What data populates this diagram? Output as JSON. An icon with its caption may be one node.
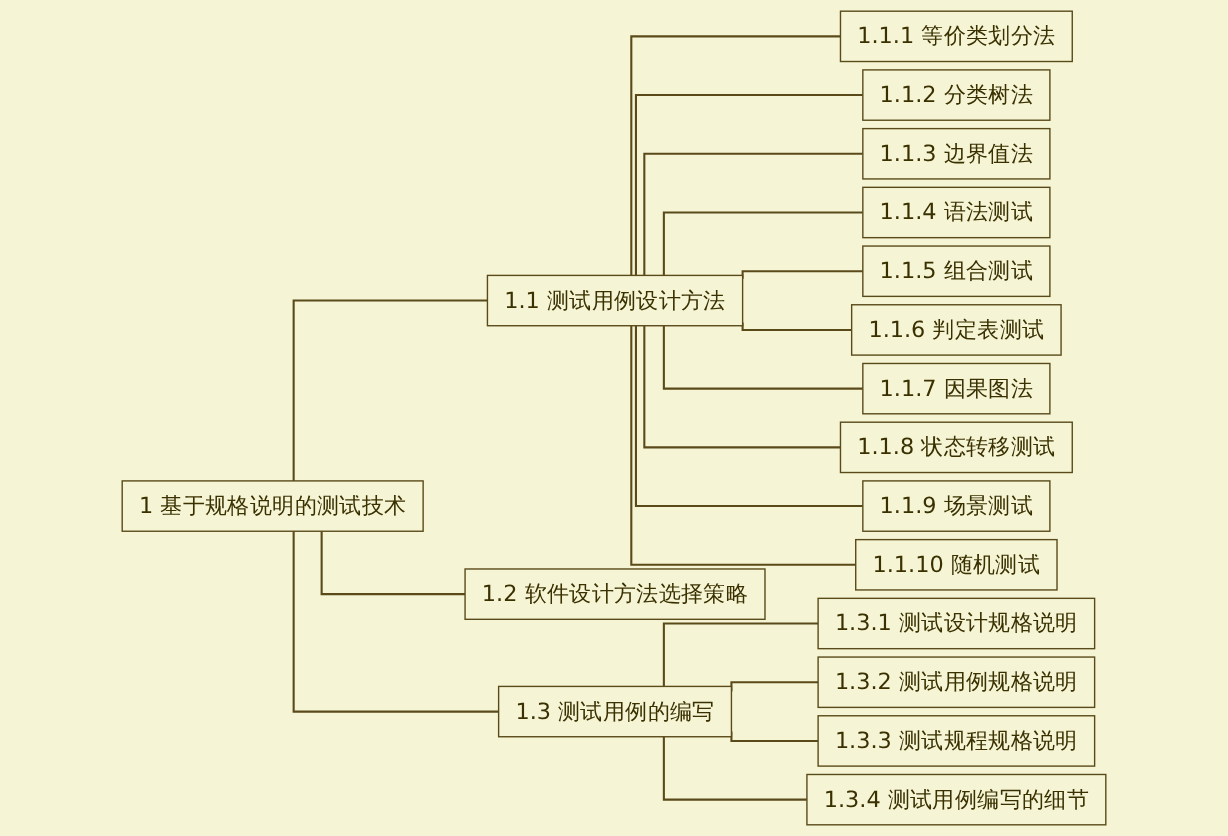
{
  "diagram": {
    "nodes": [
      {
        "text": [
          "1 基于规格说明的测试技术"
        ]
      },
      {
        "text": [
          "1.1 测试用例设计方法"
        ]
      },
      {
        "text": [
          "1.1.1 等价类划分法"
        ]
      },
      {
        "text": [
          "1.1.2 分类树法"
        ]
      },
      {
        "text": [
          "1.1.3 边界值法"
        ]
      },
      {
        "text": [
          "1.1.4 语法测试"
        ]
      },
      {
        "text": [
          "1.1.5 组合测试"
        ]
      },
      {
        "text": [
          "1.1.6 判定表测试"
        ]
      },
      {
        "text": [
          "1.1.7 因果图法"
        ]
      },
      {
        "text": [
          "1.1.8 状态转移测试"
        ]
      },
      {
        "text": [
          "1.1.9 场景测试"
        ]
      },
      {
        "text": [
          "1.1.10 随机测试"
        ]
      },
      {
        "text": [
          "1.2 软件设计方法选择策略"
        ]
      },
      {
        "text": [
          "1.3 测试用例的编写"
        ]
      },
      {
        "text": [
          "1.3.1 测试设计规格说明"
        ]
      },
      {
        "text": [
          "1.3.2 测试用例规格说明"
        ]
      },
      {
        "text": [
          "1.3.3 测试规程规格说明"
        ]
      },
      {
        "text": [
          "1.3.4 测试用例编写的细节"
        ]
      }
    ],
    "edges": [
      {
        "from": 0,
        "to": 1,
        "arrow": "none"
      },
      {
        "from": 1,
        "to": 2,
        "arrow": "none"
      },
      {
        "from": 1,
        "to": 3,
        "arrow": "none"
      },
      {
        "from": 1,
        "to": 4,
        "arrow": "none"
      },
      {
        "from": 1,
        "to": 5,
        "arrow": "none"
      },
      {
        "from": 1,
        "to": 6,
        "arrow": "none"
      },
      {
        "from": 1,
        "to": 7,
        "arrow": "none"
      },
      {
        "from": 1,
        "to": 8,
        "arrow": "none"
      },
      {
        "from": 1,
        "to": 9,
        "arrow": "none"
      },
      {
        "from": 1,
        "to": 10,
        "arrow": "none"
      },
      {
        "from": 1,
        "to": 11,
        "arrow": "none"
      },
      {
        "from": 0,
        "to": 12,
        "arrow": "none"
      },
      {
        "from": 0,
        "to": 13,
        "arrow": "none"
      },
      {
        "from": 13,
        "to": 14,
        "arrow": "none"
      },
      {
        "from": 13,
        "to": 15,
        "arrow": "none"
      },
      {
        "from": 13,
        "to": 16,
        "arrow": "none"
      },
      {
        "from": 13,
        "to": 17,
        "arrow": "none"
      }
    ]
  }
}
